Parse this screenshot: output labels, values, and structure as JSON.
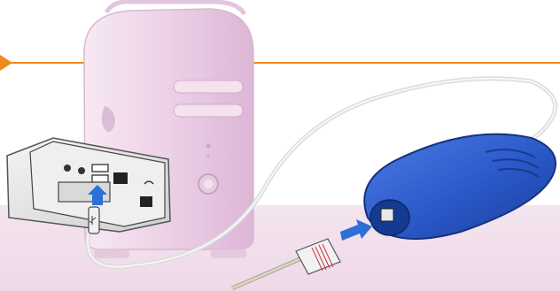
{
  "figure": {
    "accent_color": "#ef8a1e",
    "computer_color": "#e8c8e2",
    "modem_color": "#2a58c8",
    "connection_arrow_color": "#2c6fd6"
  },
  "icons": {
    "pointer": "orange-triangle-pointer",
    "usb": "usb-symbol",
    "phone": "phone-handset-symbol"
  }
}
